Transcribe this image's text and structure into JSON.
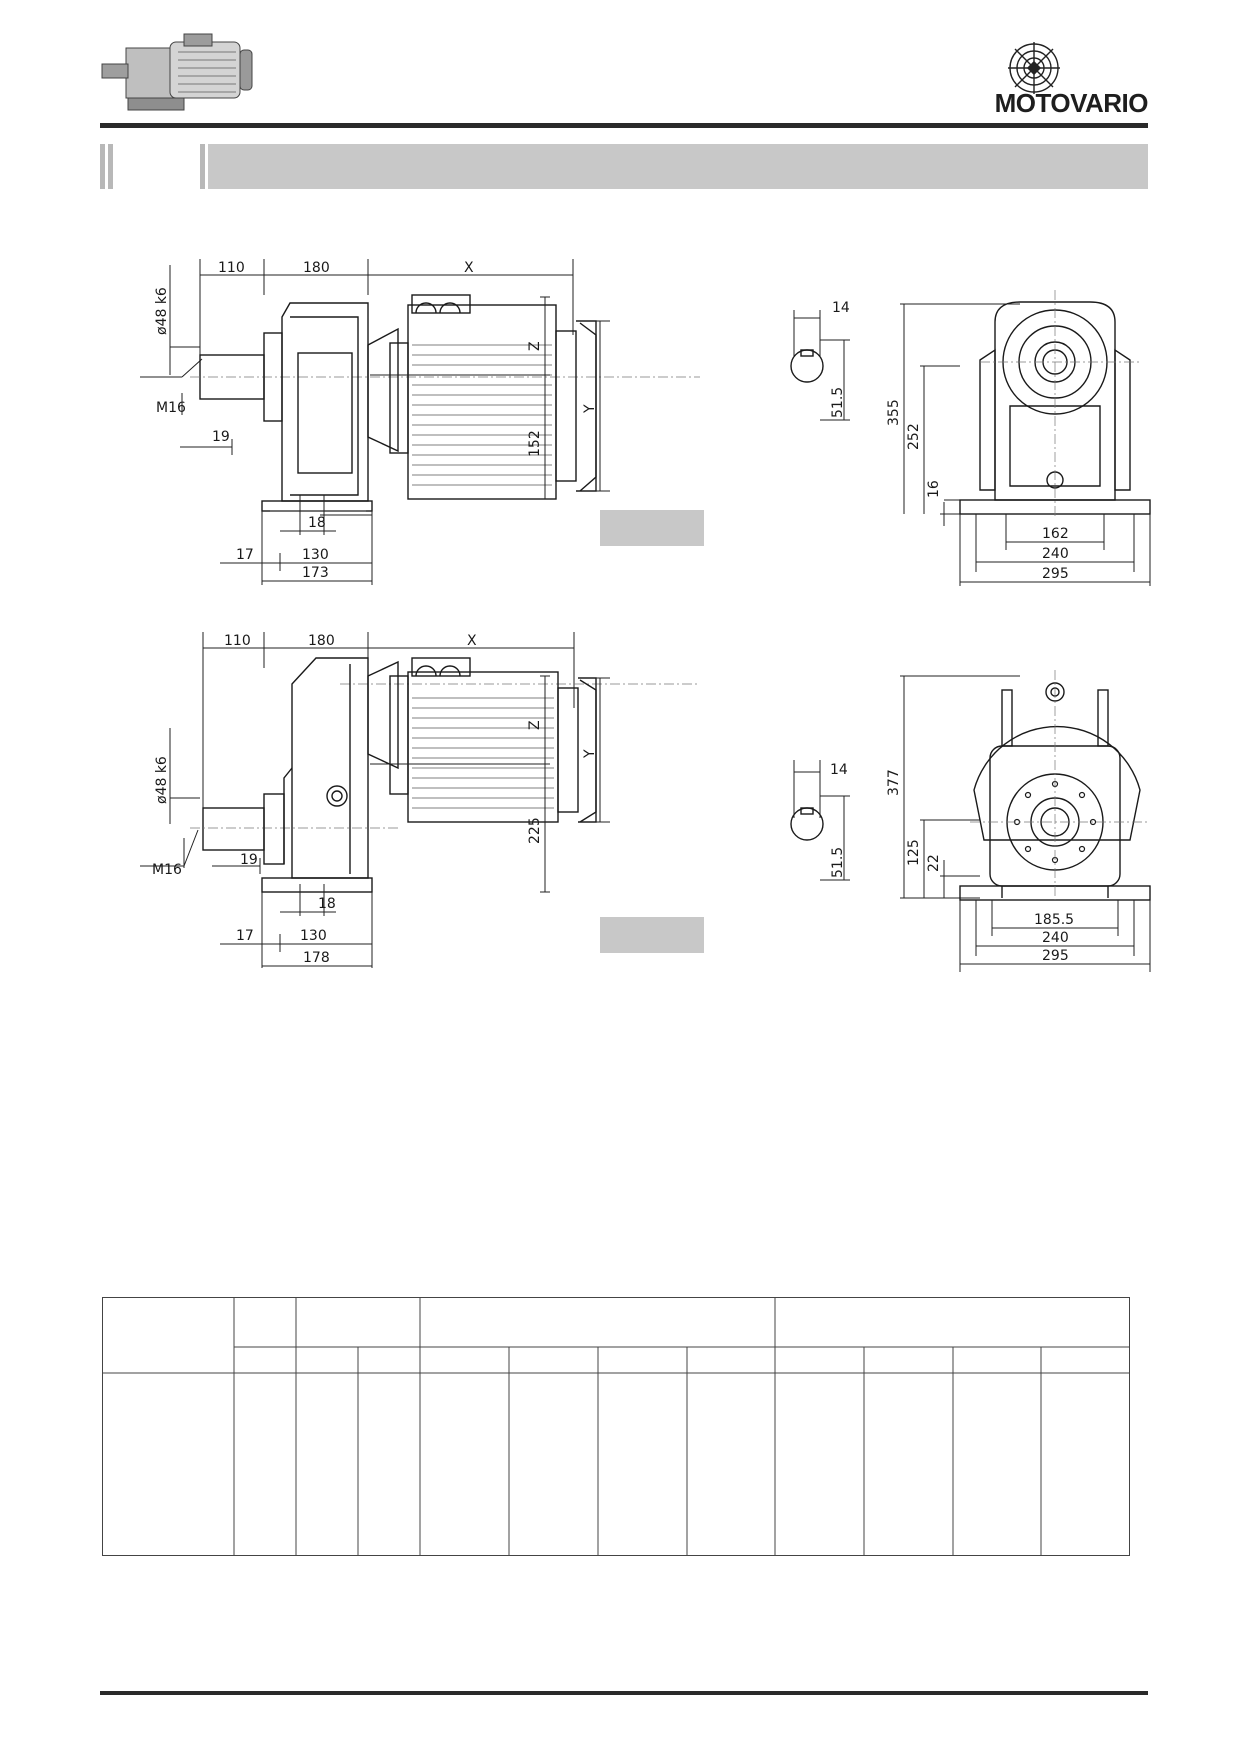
{
  "brand": {
    "name": "MOTOVARIO"
  },
  "drawing_top": {
    "side": {
      "d110": "110",
      "d180": "180",
      "dX": "X",
      "shaft": "ø48 k6",
      "thread": "M16",
      "d19": "19",
      "dZ": "Z",
      "dY": "Y",
      "d152": "152",
      "d18": "18",
      "d17": "17",
      "d130": "130",
      "d173": "173"
    },
    "front": {
      "key14": "14",
      "key515": "51.5",
      "h355": "355",
      "h252": "252",
      "h16": "16",
      "w162": "162",
      "w240": "240",
      "w295": "295"
    }
  },
  "drawing_bottom": {
    "side": {
      "d110": "110",
      "d180": "180",
      "dX": "X",
      "shaft": "ø48 k6",
      "thread": "M16",
      "d19": "19",
      "dZ": "Z",
      "dY": "Y",
      "d225": "225",
      "d18": "18",
      "d17": "17",
      "d130": "130",
      "d178": "178"
    },
    "front": {
      "key14": "14",
      "key515": "51.5",
      "h377": "377",
      "h125": "125",
      "h22": "22",
      "w1855": "185.5",
      "w240": "240",
      "w295": "295"
    }
  }
}
